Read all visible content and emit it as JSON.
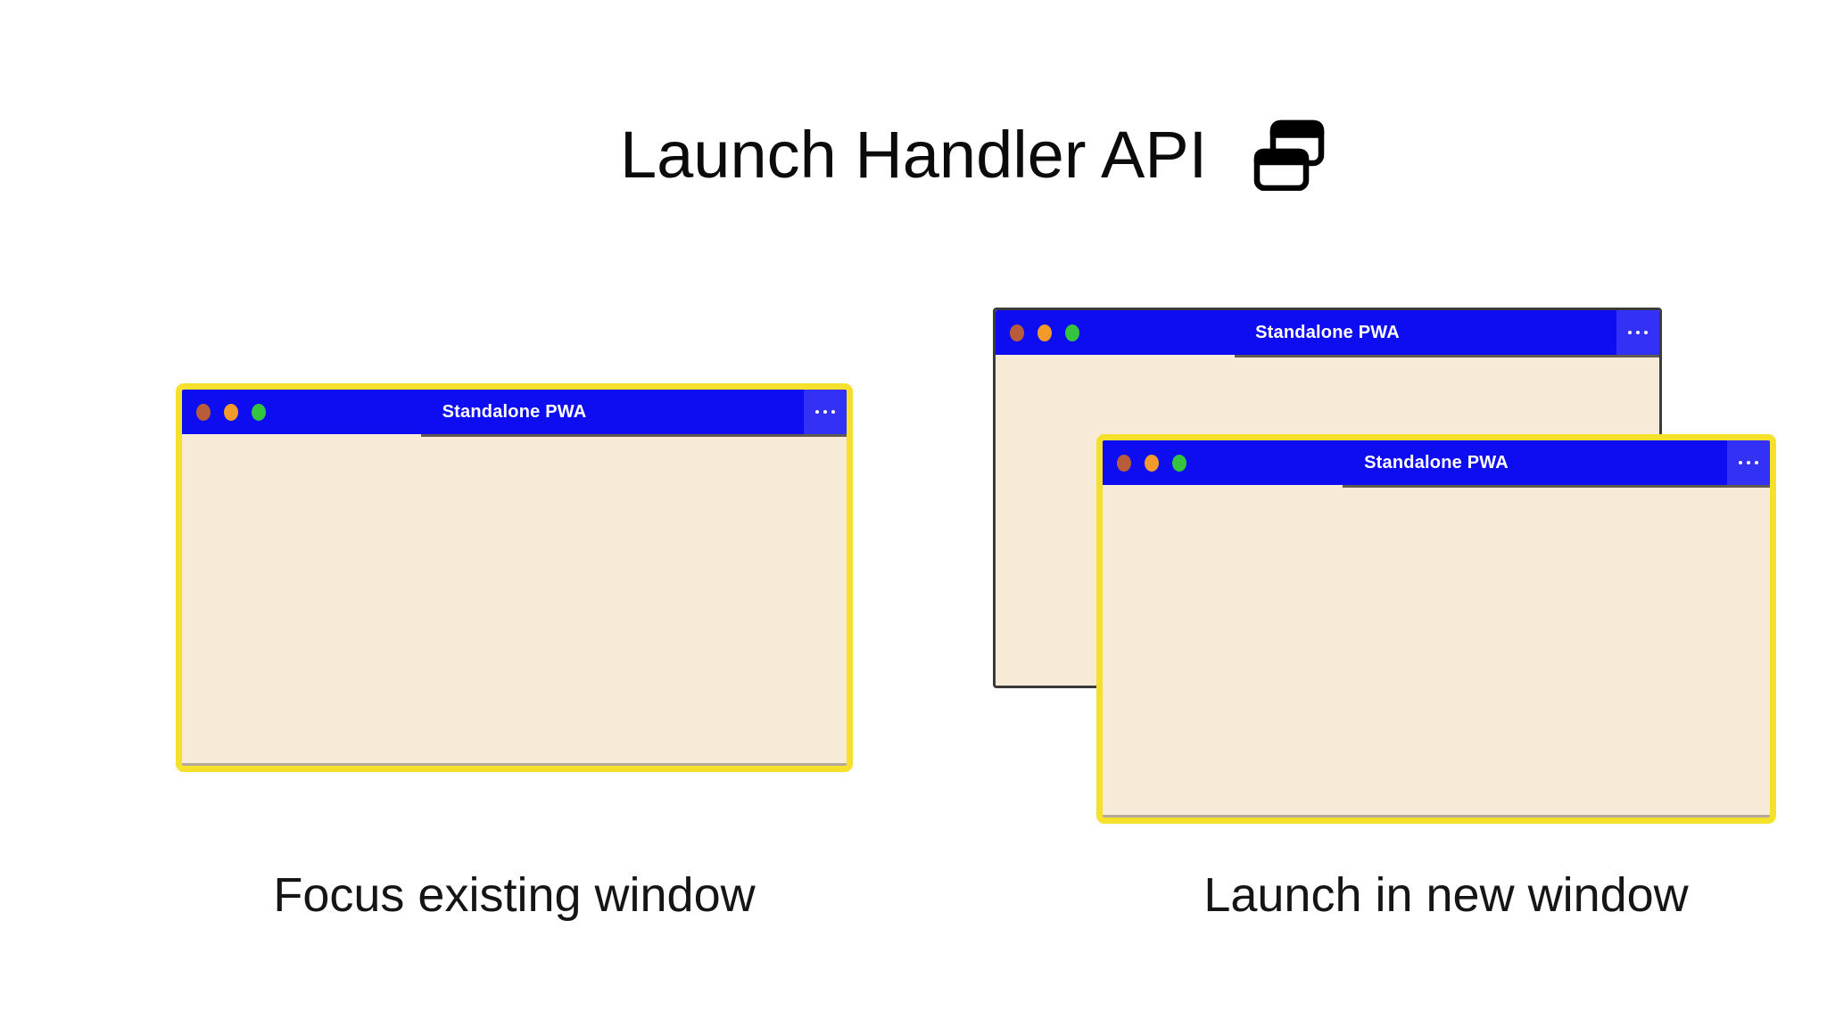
{
  "header": {
    "title": "Launch Handler API",
    "icon": "overlapping-windows-icon"
  },
  "left_panel": {
    "window": {
      "title": "Standalone PWA",
      "menu_icon": "ellipsis-menu-icon",
      "border_color": "#F5E02B"
    },
    "caption": "Focus existing window"
  },
  "right_panel": {
    "back_window": {
      "title": "Standalone PWA",
      "menu_icon": "ellipsis-menu-icon",
      "border_color": "#3B3B3B"
    },
    "front_window": {
      "title": "Standalone PWA",
      "menu_icon": "ellipsis-menu-icon",
      "border_color": "#F5E02B"
    },
    "caption": "Launch in new window"
  },
  "colors": {
    "background": "#FFFFFF",
    "heading_text": "#0B0B0B",
    "caption_text": "#151515",
    "titlebar_blue": "#0E0DF1",
    "menu_panel_blue": "#3431F7",
    "titlebar_text": "#FFFFFF",
    "window_body_cream": "#F7EAD7",
    "highlight_yellow": "#F5E02B",
    "back_window_border": "#3B3B3B",
    "traffic_light_left": "#B85D3C",
    "traffic_light_middle": "#F29B2B",
    "traffic_light_right": "#35C43F"
  }
}
